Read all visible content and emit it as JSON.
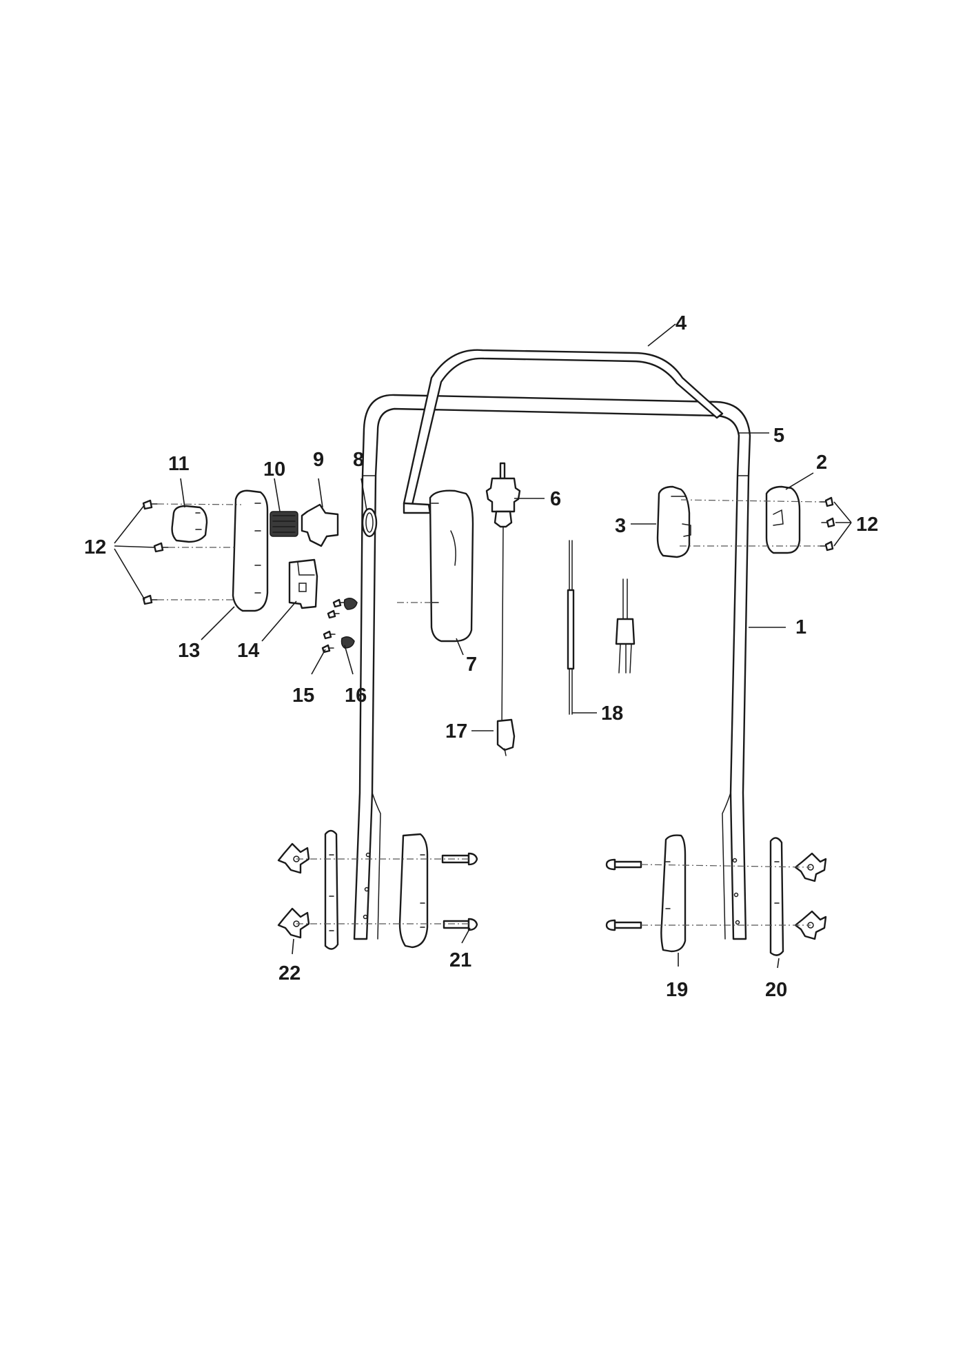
{
  "callouts": {
    "c1": "1",
    "c2": "2",
    "c3": "3",
    "c4": "4",
    "c5": "5",
    "c6": "6",
    "c7": "7",
    "c8": "8",
    "c9": "9",
    "c10": "10",
    "c11": "11",
    "c12_left": "12",
    "c12_right": "12",
    "c13": "13",
    "c14": "14",
    "c15": "15",
    "c16": "16",
    "c17": "17",
    "c18": "18",
    "c19": "19",
    "c20": "20",
    "c21": "21",
    "c22": "22"
  }
}
